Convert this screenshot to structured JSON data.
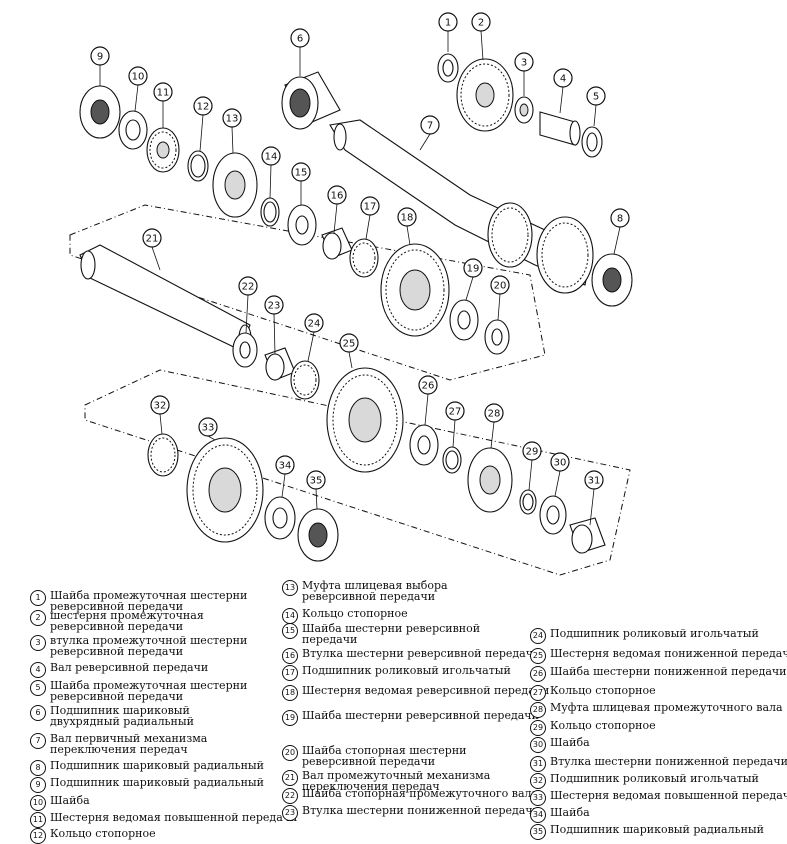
{
  "callouts": [
    "1",
    "2",
    "3",
    "4",
    "5",
    "6",
    "7",
    "8",
    "9",
    "10",
    "11",
    "12",
    "13",
    "14",
    "15",
    "16",
    "17",
    "18",
    "19",
    "20",
    "21",
    "22",
    "23",
    "24",
    "25",
    "26",
    "27",
    "28",
    "29",
    "30",
    "31",
    "32",
    "33",
    "34",
    "35"
  ],
  "legend": [
    {
      "n": "1",
      "text": "Шайба промежуточная шестерни\nреверсивной передачи"
    },
    {
      "n": "2",
      "text": "шестерня промежуточная\nреверсивной передачи"
    },
    {
      "n": "3",
      "text": "втулка промежуточной шестерни\nреверсивной передачи"
    },
    {
      "n": "4",
      "text": "Вал реверсивной передачи"
    },
    {
      "n": "5",
      "text": "Шайба промежуточная шестерни\nреверсивной передачи"
    },
    {
      "n": "6",
      "text": "Подшипник шариковый\nдвухрядный радиальный"
    },
    {
      "n": "7",
      "text": "Вал первичный механизма\nпереключения передач"
    },
    {
      "n": "8",
      "text": "Подшипник шариковый радиальный"
    },
    {
      "n": "9",
      "text": "Подшипник шариковый радиальный"
    },
    {
      "n": "10",
      "text": "Шайба"
    },
    {
      "n": "11",
      "text": "Шестерня ведомая повышенной передачи"
    },
    {
      "n": "12",
      "text": "Кольцо стопорное"
    },
    {
      "n": "13",
      "text": "Муфта шлицевая выбора\nреверсивной передачи"
    },
    {
      "n": "14",
      "text": "Кольцо стопорное"
    },
    {
      "n": "15",
      "text": "Шайба шестерни реверсивной\nпередачи"
    },
    {
      "n": "16",
      "text": "Втулка шестерни реверсивной передачи"
    },
    {
      "n": "17",
      "text": "Подшипник роликовый игольчатый"
    },
    {
      "n": "18",
      "text": "Шестерня ведомая реверсивной передачи"
    },
    {
      "n": "19",
      "text": "Шайба шестерни реверсивной передачи"
    },
    {
      "n": "20",
      "text": "Шайба стопорная шестерни\nреверсивной передачи"
    },
    {
      "n": "21",
      "text": "Вал промежуточный механизма\nпереключения передач"
    },
    {
      "n": "22",
      "text": "Шайба стопорная промежуточного вала"
    },
    {
      "n": "23",
      "text": "Втулка шестерни пониженной передачи"
    },
    {
      "n": "24",
      "text": "Подшипник роликовый игольчатый"
    },
    {
      "n": "25",
      "text": "Шестерня ведомая пониженной передачи"
    },
    {
      "n": "26",
      "text": "Шайба шестерни пониженной передачи"
    },
    {
      "n": "27",
      "text": "Кольцо стопорное"
    },
    {
      "n": "28",
      "text": "Муфта шлицевая промежуточного вала"
    },
    {
      "n": "29",
      "text": "Кольцо стопорное"
    },
    {
      "n": "30",
      "text": "Шайба"
    },
    {
      "n": "31",
      "text": "Втулка шестерни пониженной передачи"
    },
    {
      "n": "32",
      "text": "Подшипник роликовый игольчатый"
    },
    {
      "n": "33",
      "text": "Шестерня ведомая повышенной передачи"
    },
    {
      "n": "34",
      "text": "Шайба"
    },
    {
      "n": "35",
      "text": "Подшипник шариковый радиальный"
    }
  ]
}
